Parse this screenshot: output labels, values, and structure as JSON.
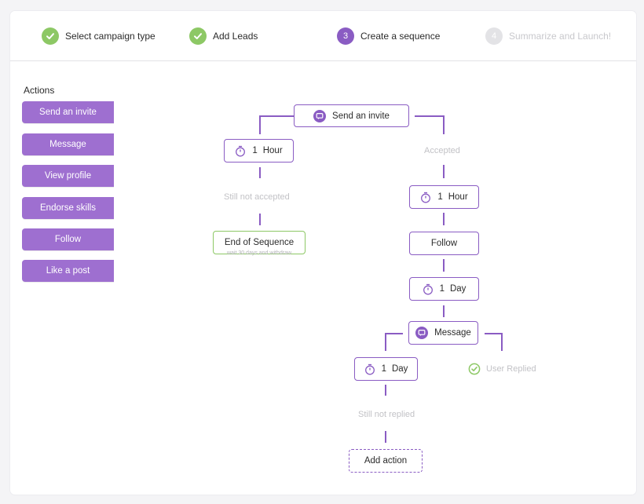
{
  "steps": [
    {
      "label": "Select campaign type",
      "state": "done"
    },
    {
      "label": "Add Leads",
      "state": "done"
    },
    {
      "label": "Create a sequence",
      "number": "3",
      "state": "current"
    },
    {
      "label": "Summarize and Launch!",
      "number": "4",
      "state": "todo"
    }
  ],
  "actions": {
    "title": "Actions",
    "items": [
      "Send an invite",
      "Message",
      "View profile",
      "Endorse skills",
      "Follow",
      "Like a post"
    ]
  },
  "flow": {
    "root": "Send an invite",
    "left_wait": {
      "num": "1",
      "unit": "Hour"
    },
    "still_not_accepted": "Still not accepted",
    "end_sequence": "End of Sequence",
    "end_sub": "wait 30 days and withdraw",
    "accepted": "Accepted",
    "right_wait": {
      "num": "1",
      "unit": "Hour"
    },
    "follow": "Follow",
    "day_wait": {
      "num": "1",
      "unit": "Day"
    },
    "message": "Message",
    "msg_wait": {
      "num": "1",
      "unit": "Day"
    },
    "user_replied": "User Replied",
    "still_not_replied": "Still not replied",
    "add_action": "Add action"
  },
  "colors": {
    "accent": "#8a5cc3",
    "button": "#9e6fd0",
    "success": "#8dc865",
    "muted": "#c2c2c6"
  }
}
